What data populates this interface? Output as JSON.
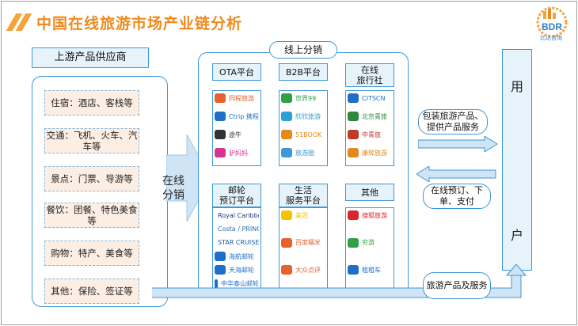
{
  "title": "中国在线旅游市场产业链分析",
  "logo": {
    "text": "BDR",
    "sub": "比达咨询"
  },
  "upstream": {
    "header": "上游产品供应商",
    "items": [
      "住宿：酒店、客栈等",
      "交通：飞机、火车、汽车等",
      "景点：门票、导游等",
      "餐饮：团餐、特色美食等",
      "购物：特产、美食等",
      "其他：保险、签证等"
    ]
  },
  "arrow_label": "在线\n分销",
  "online": {
    "header": "线上分销",
    "groups": [
      {
        "label": "OTA平台",
        "logos": [
          {
            "name": "同程旅游",
            "color": "#e8612c"
          },
          {
            "name": "Ctrip 携程",
            "color": "#1e6fc8"
          },
          {
            "name": "途牛",
            "color": "#333333"
          },
          {
            "name": "驴妈妈",
            "color": "#d9338f"
          }
        ]
      },
      {
        "label": "B2B平台",
        "logos": [
          {
            "name": "世界99",
            "color": "#2fa043"
          },
          {
            "name": "欣欣旅游",
            "color": "#2b9fd8"
          },
          {
            "name": "51BOOK",
            "color": "#e38a1c"
          },
          {
            "name": "旅游圈",
            "color": "#3f97d7"
          }
        ]
      },
      {
        "label": "在线\n旅行社",
        "logos": [
          {
            "name": "CITSCN",
            "color": "#1e6fc8"
          },
          {
            "name": "北京青旅",
            "color": "#2f8a3b"
          },
          {
            "name": "中青旅",
            "color": "#c0392b"
          },
          {
            "name": "康辉旅游",
            "color": "#e08a1c"
          }
        ]
      },
      {
        "label": "邮轮\n预订平台",
        "logos": [
          {
            "name": "Royal Caribbean",
            "color": "#1d3b7a"
          },
          {
            "name": "Costa / PRINCESS CRUISES",
            "color": "#2b6cb0"
          },
          {
            "name": "STAR CRUISES",
            "color": "#1e5aa0"
          },
          {
            "name": "海航邮轮",
            "color": "#1e6fc8"
          },
          {
            "name": "天海邮轮",
            "color": "#1e6fc8"
          },
          {
            "name": "中华泰山邮轮",
            "color": "#1e6fc8"
          }
        ]
      },
      {
        "label": "生活\n服务平台",
        "logos": [
          {
            "name": "美团",
            "color": "#f4c400"
          },
          {
            "name": "百度糯米",
            "color": "#e8612c"
          },
          {
            "name": "大众点评",
            "color": "#e8612c"
          }
        ]
      },
      {
        "label": "其他",
        "logos": [
          {
            "name": "搜狐旅游",
            "color": "#d8262c"
          },
          {
            "name": "穷游",
            "color": "#2fa043"
          },
          {
            "name": "租租车",
            "color": "#1e6fc8"
          }
        ]
      }
    ]
  },
  "flows": {
    "top": "包装旅游产品、提供产品服务",
    "middle": "在线预订、下单、支付",
    "bottom": "旅游产品及服务"
  },
  "user": {
    "line1": "用",
    "line2": "户"
  }
}
